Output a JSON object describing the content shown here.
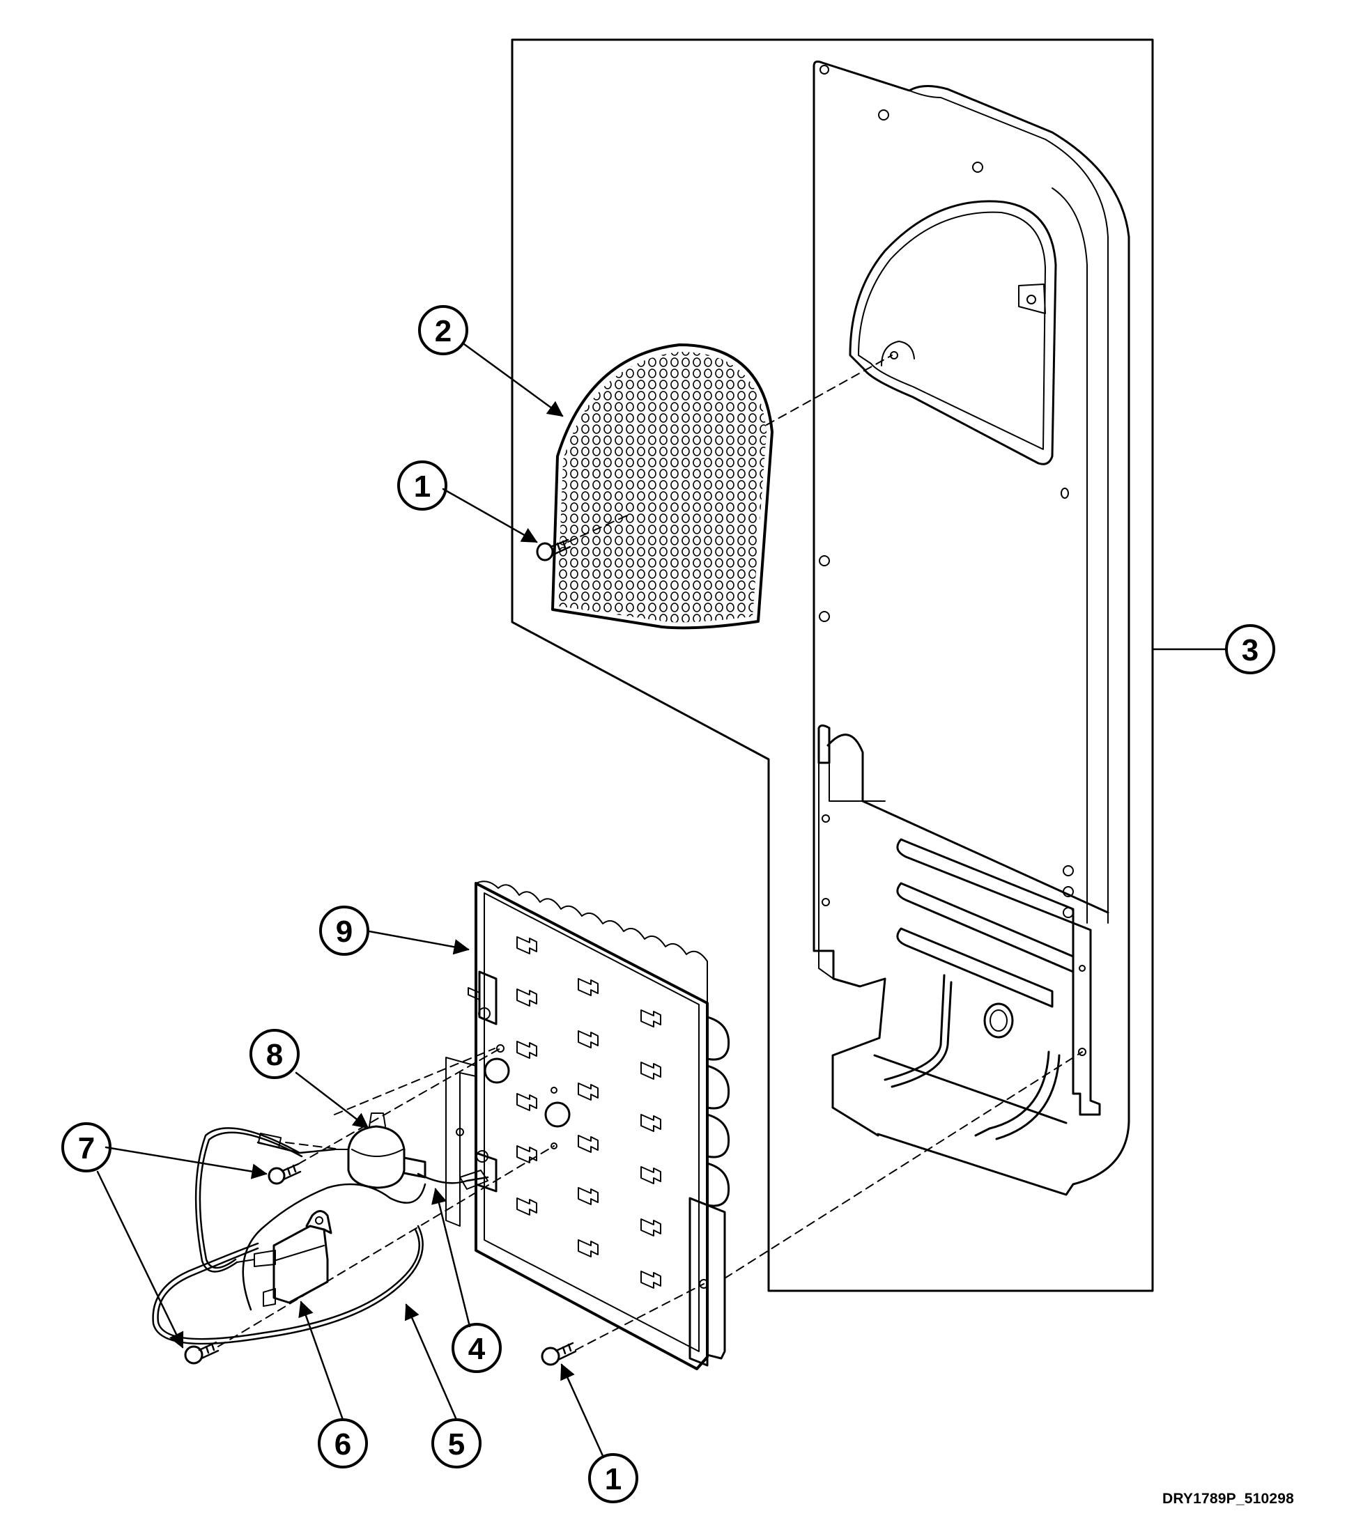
{
  "drawing_code": "DRY1789P_510298",
  "callouts": [
    {
      "id": "c1a",
      "label": "1",
      "part": "screw"
    },
    {
      "id": "c1b",
      "label": "1",
      "part": "screw"
    },
    {
      "id": "c2",
      "label": "2",
      "part": "exhaust grille"
    },
    {
      "id": "c3",
      "label": "3",
      "part": "rear panel / heater duct"
    },
    {
      "id": "c4",
      "label": "4",
      "part": "wire lead"
    },
    {
      "id": "c5",
      "label": "5",
      "part": "wire harness"
    },
    {
      "id": "c6",
      "label": "6",
      "part": "high limit thermostat"
    },
    {
      "id": "c7",
      "label": "7",
      "part": "screw"
    },
    {
      "id": "c8",
      "label": "8",
      "part": "cycling thermostat"
    },
    {
      "id": "c9",
      "label": "9",
      "part": "heater element assembly"
    }
  ],
  "colors": {
    "ink": "#000000",
    "paper": "#ffffff"
  }
}
